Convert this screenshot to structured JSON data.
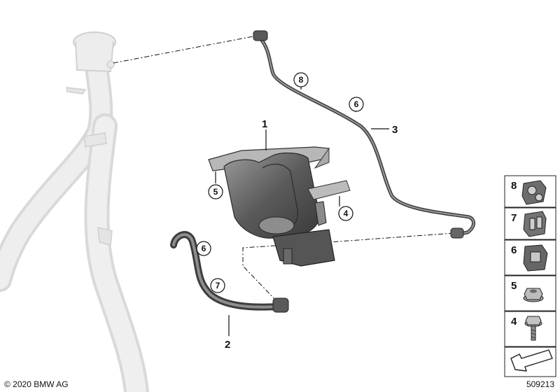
{
  "callouts": {
    "c1": "1",
    "c2": "2",
    "c3": "3",
    "c4": "4",
    "c5": "5",
    "c6a": "6",
    "c6b": "6",
    "c7": "7",
    "c8": "8"
  },
  "legend": {
    "items": [
      {
        "number": "8",
        "icon": "double-clip-icon"
      },
      {
        "number": "7",
        "icon": "line-holder-clip-icon"
      },
      {
        "number": "6",
        "icon": "clamp-clip-icon"
      },
      {
        "number": "5",
        "icon": "hex-nut-icon"
      },
      {
        "number": "4",
        "icon": "hex-bolt-icon"
      }
    ],
    "last_icon": "direction-arrow-icon"
  },
  "footer": {
    "copyright": "© 2020 BMW AG",
    "diagram_number": "509213"
  },
  "colors": {
    "ghost_parts": "#dedede",
    "part_dark": "#4a4a4a",
    "part_mid": "#7a7a7a",
    "line": "#111111"
  }
}
